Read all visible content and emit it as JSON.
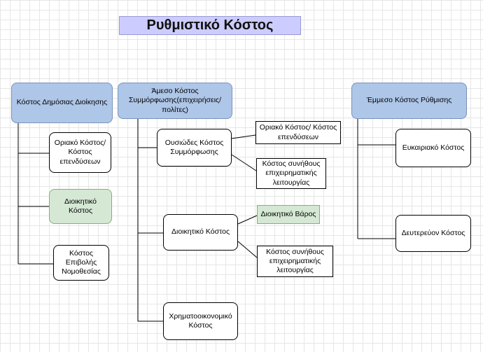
{
  "title": "Ρυθμιστικό Κόστος",
  "columns": {
    "left": {
      "header": "Κόστος Δημόσιας Διοίκησης",
      "items": [
        "Οριακό Κόστος/ Κόστος επενδύσεων",
        "Διοικητικό Κόστος",
        "Κόστος Επιβολής Νομοθεσίας"
      ]
    },
    "middle": {
      "header": "Άμεσο Κόστος Συμμόρφωσης(επιχειρήσεις/πολίτες)",
      "essential": {
        "label": "Ουσιώδες Κόστος Συμμόρφωσης",
        "children": [
          "Οριακό Κόστος/ Κόστος επενδύσεων",
          "Κόστος συνήθους επιχειρηματικής λειτουργίας"
        ]
      },
      "administrative": {
        "label": "Διοικητικό Κόστος",
        "children": [
          "Διοικητικό Βάρος",
          "Κόστος συνήθους επιχειρηματικής λειτουργίας"
        ]
      },
      "financial": "Χρηματοοικονομικό Κόστος"
    },
    "right": {
      "header": "Έμμεσο Κόστος Ρύθμισης",
      "items": [
        "Ευκαιριακό Κόστος",
        "Δευτερεύον Κόστος"
      ]
    }
  },
  "colors": {
    "header_fill": "#aec6e8",
    "highlight_fill": "#d5e8d4",
    "title_fill": "#ccccff"
  }
}
